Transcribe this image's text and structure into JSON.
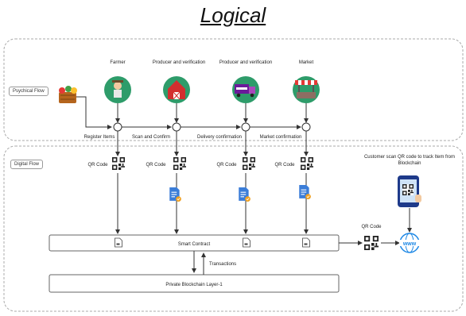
{
  "title": "Logical",
  "lanes": {
    "physical": "Psychical Flow",
    "digital": "Digital Flow"
  },
  "actors": [
    "Farmer",
    "Producer and verification",
    "Producer and verification",
    "Market"
  ],
  "flow_steps": [
    "Register Items",
    "Scan and Confirm",
    "Delivery confirmation",
    "Market confirmation"
  ],
  "qr_label": "QR Code",
  "smart_contract": "Smart Contract",
  "blockchain": "Private Blockchain Layer-1",
  "transactions": "Transactions",
  "customer_note": "Customer scan QR code to track Item from Blockchain",
  "icons": {
    "farmer": "farmer-icon",
    "barn": "barn-icon",
    "truck": "truck-icon",
    "market": "market-stall-icon",
    "produce": "produce-basket-icon",
    "qr": "qr-code-icon",
    "document": "document-check-icon",
    "phone": "phone-scan-icon",
    "web": "www-globe-icon"
  }
}
